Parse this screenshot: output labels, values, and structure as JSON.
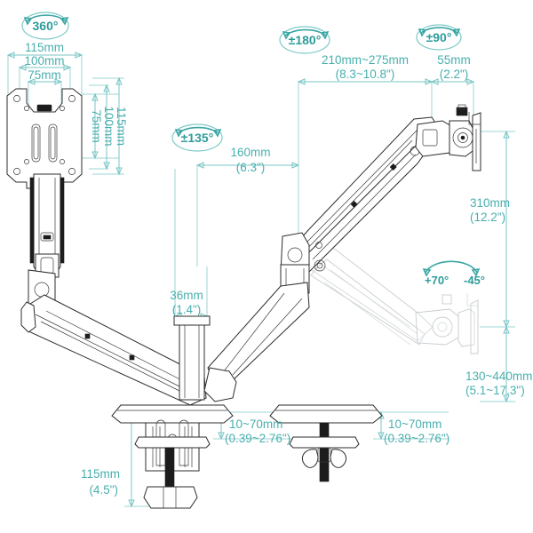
{
  "drawing": {
    "title": "Gas Spring Dual Monitor Desk Mount Dimension Diagram",
    "accent_color": "#2e9c9a",
    "dimension_color": "#49afae",
    "line_color": "#2c2c2c",
    "background_color": "#ffffff"
  },
  "rotation_badges": [
    {
      "id": "vesa-rotation",
      "label": "360°"
    },
    {
      "id": "arm-swivel",
      "label": "±180°"
    },
    {
      "id": "forearm-swivel",
      "label": "±135°"
    },
    {
      "id": "head-swivel",
      "label": "±90°"
    }
  ],
  "tilt": {
    "up_label": "+70°",
    "down_label": "-45°"
  },
  "dimensions": {
    "vesa_width_115": {
      "mm": "115mm",
      "inch": ""
    },
    "vesa_width_100": {
      "mm": "100mm",
      "inch": ""
    },
    "vesa_width_75": {
      "mm": "75mm",
      "inch": ""
    },
    "vesa_height_115": {
      "mm": "115mm",
      "inch": ""
    },
    "vesa_height_100": {
      "mm": "100mm",
      "inch": ""
    },
    "vesa_height_75": {
      "mm": "75mm",
      "inch": ""
    },
    "upper_arm_reach": {
      "mm": "210mm~275mm",
      "inch": "(8.3~10.8\")"
    },
    "head_offset": {
      "mm": "55mm",
      "inch": "(2.2\")"
    },
    "forearm_length": {
      "mm": "160mm",
      "inch": "(6.3\")"
    },
    "post_width": {
      "mm": "36mm",
      "inch": "(1.4\")"
    },
    "vertical_travel_310": {
      "mm": "310mm",
      "inch": "(12.2\")"
    },
    "height_range": {
      "mm": "130~440mm",
      "inch": "(5.1~17.3\")"
    },
    "clamp_thickness_left": {
      "mm": "10~70mm",
      "inch": "(0.39~2.76\")"
    },
    "clamp_thickness_right": {
      "mm": "10~70mm",
      "inch": "(0.39~2.76\")"
    },
    "clamp_depth": {
      "mm": "115mm",
      "inch": "(4.5\")"
    }
  },
  "parts": {
    "vesa_plate": "vesa-mounting-plate",
    "left_arm": "left-gas-spring-arm",
    "right_arm": "right-gas-spring-arm",
    "center_post": "center-column-post",
    "clamp_base": "c-clamp-base",
    "grommet_base": "grommet-mount-base",
    "ghost_arm": "ghost-arm-lowered-position"
  }
}
